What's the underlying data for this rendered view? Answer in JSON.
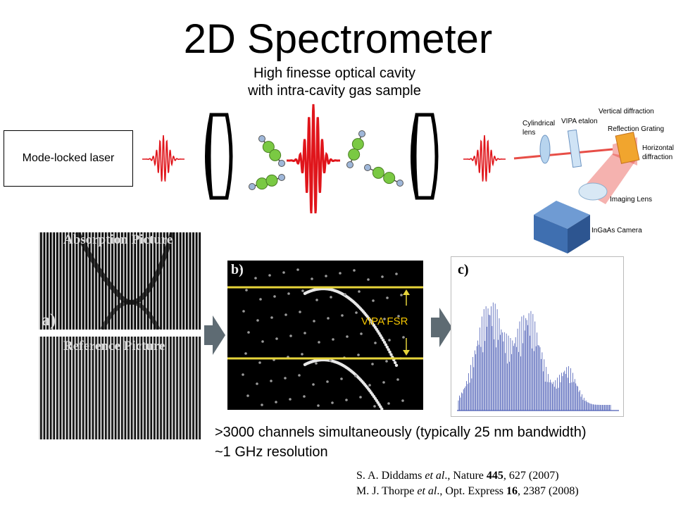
{
  "title": "2D Spectrometer",
  "subtitle": {
    "line1": "High finesse optical cavity",
    "line2": "with intra-cavity gas sample"
  },
  "laser_label": "Mode-locked laser",
  "setup_labels": {
    "cylindrical": "Cylindrical",
    "lens": "lens",
    "vipa": "VIPA etalon",
    "vertical": "Vertical diffraction",
    "reflection": "Reflection Grating",
    "horizontal": "Horizontal",
    "diffraction": "diffraction",
    "imaging": "Imaging Lens",
    "camera": "InGaAs Camera"
  },
  "panels": {
    "absorption": "Absorption Picture",
    "reference": "Reference Picture",
    "a_tag": "a)",
    "b_tag": "b)",
    "c_tag": "c)",
    "vipa_fsr": "VIPA FSR"
  },
  "info": {
    "line1": ">3000 channels simultaneously (typically 25 nm bandwidth)",
    "line2": "~1 GHz resolution"
  },
  "references": {
    "ref1": {
      "authors": "S. A. Diddams ",
      "etal": "et al",
      "journal": "., Nature ",
      "volume": "445",
      "rest": ", 627 (2007)"
    },
    "ref2": {
      "authors": "M. J. Thorpe ",
      "etal": "et al",
      "journal": "., Opt. Express ",
      "volume": "16",
      "rest": ", 2387 (2008)"
    }
  },
  "colors": {
    "pulse": "#e0151b",
    "molecule_atom": "#7ac943",
    "molecule_end": "#9fb7d9",
    "fsr_line": "#e6d43a",
    "spectrum": "#4a5cb5",
    "arrow": "#5e6b73",
    "camera": "#3f6fb0"
  }
}
